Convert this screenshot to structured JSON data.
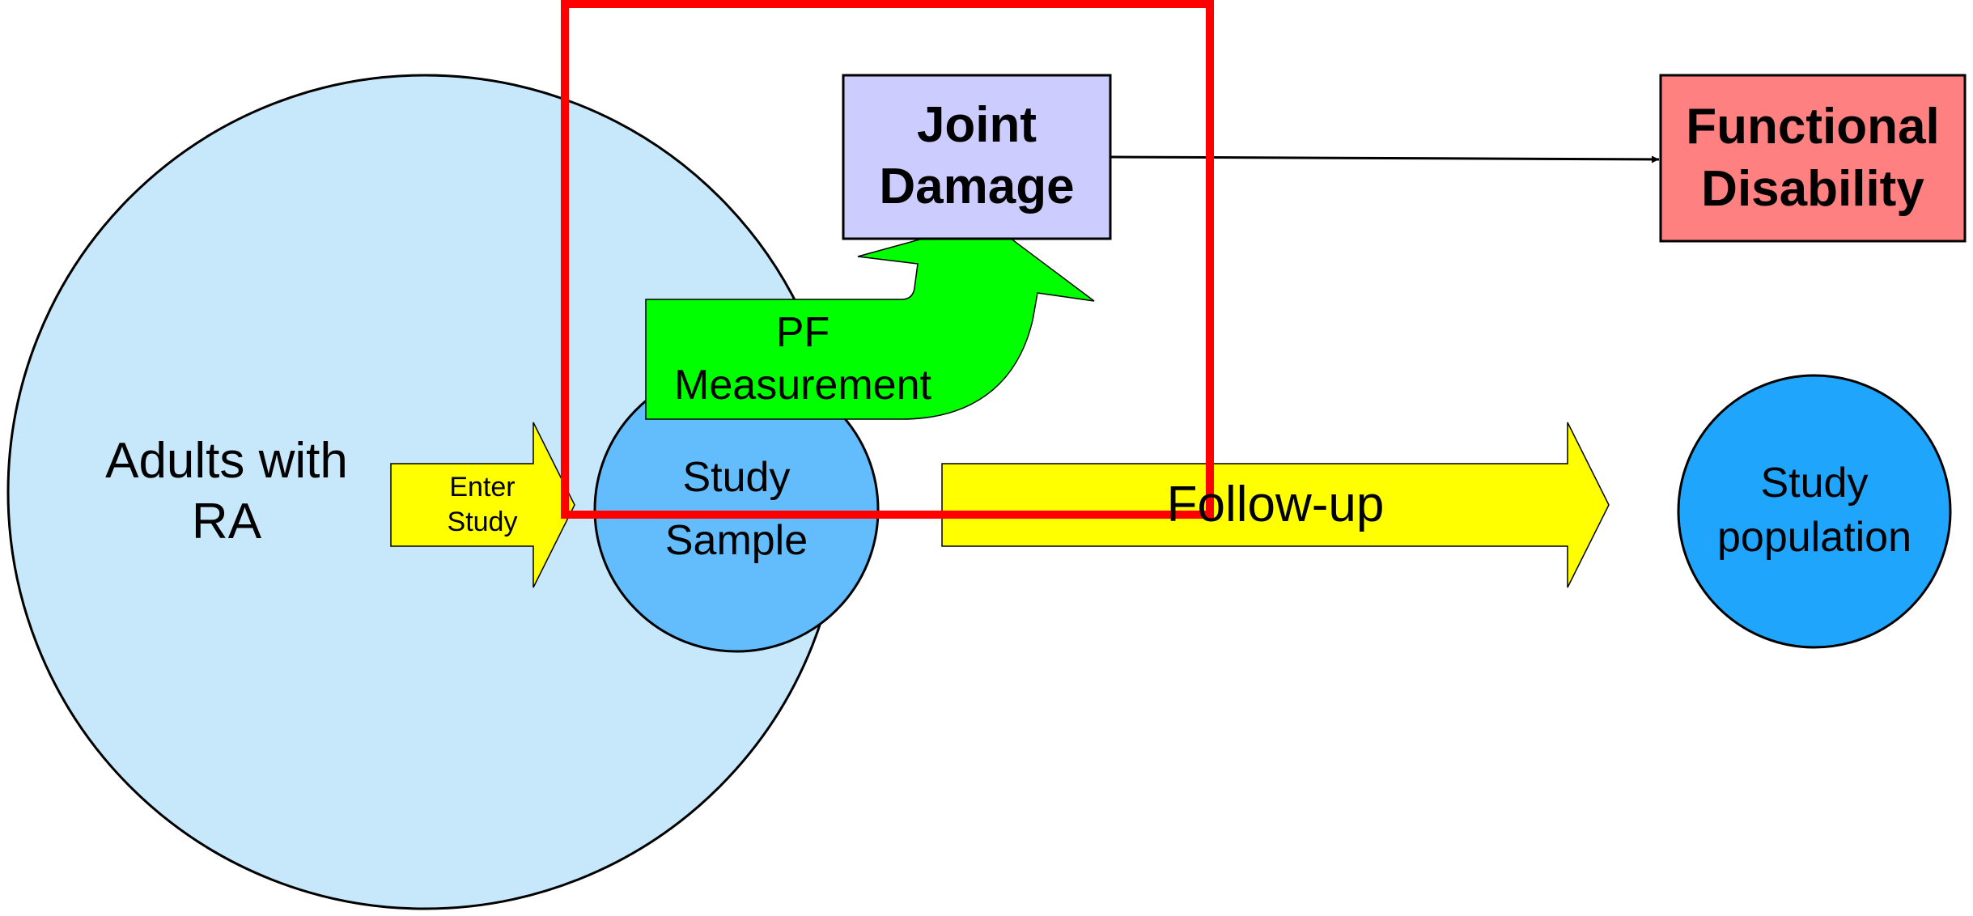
{
  "colors": {
    "population_fill": "#c7e7fb",
    "sample_fill": "#63bdfc",
    "study_population_fill": "#1fa5fb",
    "arrow_yellow": "#ffff00",
    "measurement_green": "#00ff00",
    "joint_damage_fill": "#ccccfe",
    "functional_disability_fill": "#ff8080",
    "highlight_red": "#ff0000"
  },
  "nodes": {
    "adults_with_ra": {
      "line1": "Adults with",
      "line2": "RA"
    },
    "enter_study": {
      "line1": "Enter",
      "line2": "Study"
    },
    "study_sample": {
      "line1": "Study",
      "line2": "Sample"
    },
    "pf_measurement": {
      "line1": "PF",
      "line2": "Measurement"
    },
    "joint_damage": {
      "line1": "Joint",
      "line2": "Damage"
    },
    "follow_up": {
      "label": "Follow-up"
    },
    "functional_disability": {
      "line1": "Functional",
      "line2": "Disability"
    },
    "study_population": {
      "line1": "Study",
      "line2": "population"
    }
  }
}
